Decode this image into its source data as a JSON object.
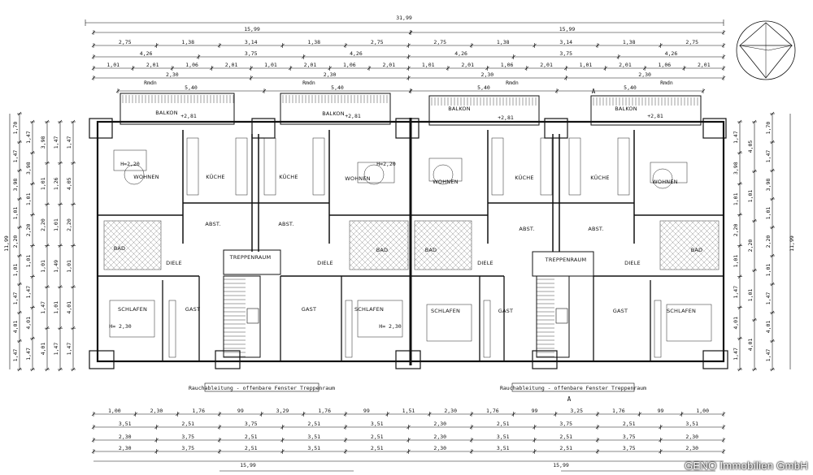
{
  "dimensions": {
    "top_total": "31,99",
    "half_total": "15,99",
    "row1": [
      "2,75",
      "1,38",
      "3,14",
      "1,38",
      "2,75",
      "2,75",
      "1,38",
      "3,14",
      "1,38",
      "2,75"
    ],
    "row2": [
      "4,26",
      "3,75",
      "4,26",
      "4,26",
      "3,75",
      "4,26"
    ],
    "row3": [
      "1,01",
      "2,01",
      "1,06",
      "2,01",
      "1,01",
      "2,01",
      "1,06",
      "2,01",
      "1,01",
      "2,01",
      "1,06",
      "2,01",
      "1,01",
      "2,01",
      "1,06",
      "2,01"
    ],
    "row4": [
      "2,30",
      "2,30",
      "2,30",
      "2,30"
    ],
    "rmdn": [
      "Rmdn",
      "Rmdn",
      "Rmdn",
      "Rmdn"
    ],
    "unit": "5,40",
    "bottom_row1": [
      "1,00",
      "2,30",
      "1,76",
      "99",
      "3,29",
      "1,76",
      "99",
      "1,51",
      "2,30",
      "1,76",
      "99",
      "3,25",
      "1,76",
      "99",
      "1,00"
    ],
    "bottom_row2": [
      "3,51",
      "2,51",
      "3,75",
      "2,51",
      "3,51",
      "2,30",
      "2,51",
      "3,75",
      "2,51",
      "3,51"
    ],
    "right_total": "11,99",
    "left_total": "11,99",
    "side": [
      "1,70",
      "1,47",
      "3,98",
      "1,01",
      "2,20",
      "1,01",
      "1,47",
      "4,01",
      "1,47"
    ]
  },
  "rooms": {
    "balkon": "BALKON",
    "wohnen": "WOHNEN",
    "kueche": "KÜCHE",
    "abst": "ABST.",
    "bad": "BAD",
    "diele": "DIELE",
    "gast": "GAST",
    "schlafen": "SCHLAFEN",
    "treppenraum": "TREPPENRAUM",
    "height": "H=2,20",
    "height2": "H= 2,30"
  },
  "notes": {
    "smoke": "Rauchableitung - offenbare Fenster Treppenraum",
    "section_a": "A"
  },
  "watermark": "GENO Immobilien GmbH"
}
